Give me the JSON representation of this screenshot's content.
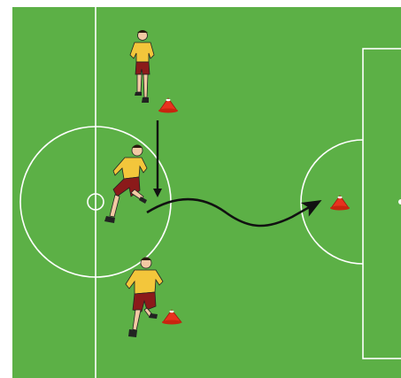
{
  "diagram": {
    "type": "soccer-drill",
    "colors": {
      "pitch": "#5cb046",
      "pitch_stripe": "#62b74c",
      "lines": "#ffffff",
      "shirt": "#f3c63b",
      "shorts": "#8b1a1a",
      "cone": "#e8321e",
      "arrow": "#111111",
      "border": "#ffffff"
    },
    "elements": {
      "pitch_markings": [
        "halfway-line",
        "center-circle",
        "center-spot",
        "penalty-area",
        "penalty-arc",
        "penalty-spot"
      ],
      "players": [
        "player-top",
        "player-center-dribbling",
        "player-bottom"
      ],
      "cones": [
        "cone-top",
        "cone-bottom",
        "cone-penalty-spot"
      ],
      "arrows": [
        {
          "id": "run-arrow",
          "style": "straight",
          "direction": "down"
        },
        {
          "id": "dribble-arrow",
          "style": "wavy",
          "direction": "right"
        }
      ]
    }
  }
}
